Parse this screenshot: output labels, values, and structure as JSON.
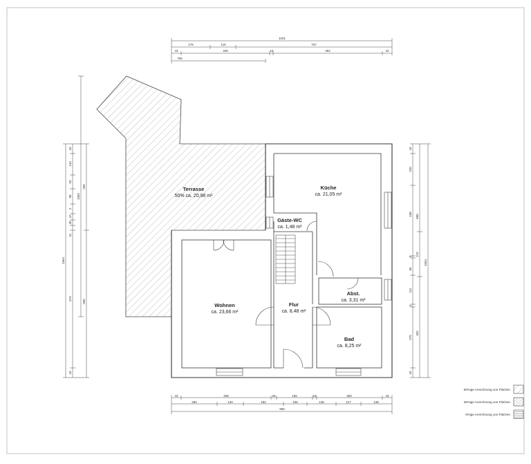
{
  "rooms": {
    "terrasse": {
      "name": "Terrasse",
      "area": "50% ca. 20,98 m²"
    },
    "kueche": {
      "name": "Küche",
      "area": "ca. 21,05 m²"
    },
    "gaeste_wc": {
      "name": "Gäste-WC",
      "area": "ca. 1,48 m²"
    },
    "wohnen": {
      "name": "Wohnen",
      "area": "ca. 23,66 m²"
    },
    "flur": {
      "name": "Flur",
      "area": "ca. 8,48 m²"
    },
    "abst": {
      "name": "Abst.",
      "area": "ca. 3,31 m²"
    },
    "bad": {
      "name": "Bad",
      "area": "ca. 8,25 m²"
    }
  },
  "dims": {
    "top": {
      "total": "1001",
      "r2": [
        "176",
        "116",
        "767"
      ],
      "r3": [
        "43",
        "408",
        "15",
        "484",
        "43"
      ],
      "r4": "766"
    },
    "bottom": {
      "r1": [
        "43",
        "408",
        "26",
        "165",
        "15",
        "300",
        "43"
      ],
      "r2": [
        "282",
        "120",
        "182",
        "106",
        "138",
        "117",
        "138"
      ],
      "total": "966"
    },
    "left": {
      "outer": "1564",
      "r2": "1082",
      "r3": [
        "43",
        "143",
        "93",
        "98",
        "2",
        "47",
        "36",
        "31",
        "673",
        "43"
      ],
      "r4": [
        "260",
        "580"
      ]
    },
    "right": {
      "r1": [
        "43",
        "220",
        "108",
        "2",
        "56",
        "111",
        "2",
        "275",
        "43"
      ],
      "r2": [
        "600",
        "219",
        "332"
      ],
      "outer": "1564"
    }
  },
  "legend": [
    {
      "label": "50%ige Anrechnung von Flächen",
      "pattern": "hatch-50"
    },
    {
      "label": "25%ige Anrechnung von Flächen",
      "pattern": "hatch-25"
    },
    {
      "label": "0%ige Anrechnung von Flächen",
      "pattern": "lines-0"
    }
  ],
  "colors": {
    "wall": "#333333",
    "hatch": "#9a9a9a",
    "dim": "#444444",
    "frame": "#b0b0b0"
  }
}
